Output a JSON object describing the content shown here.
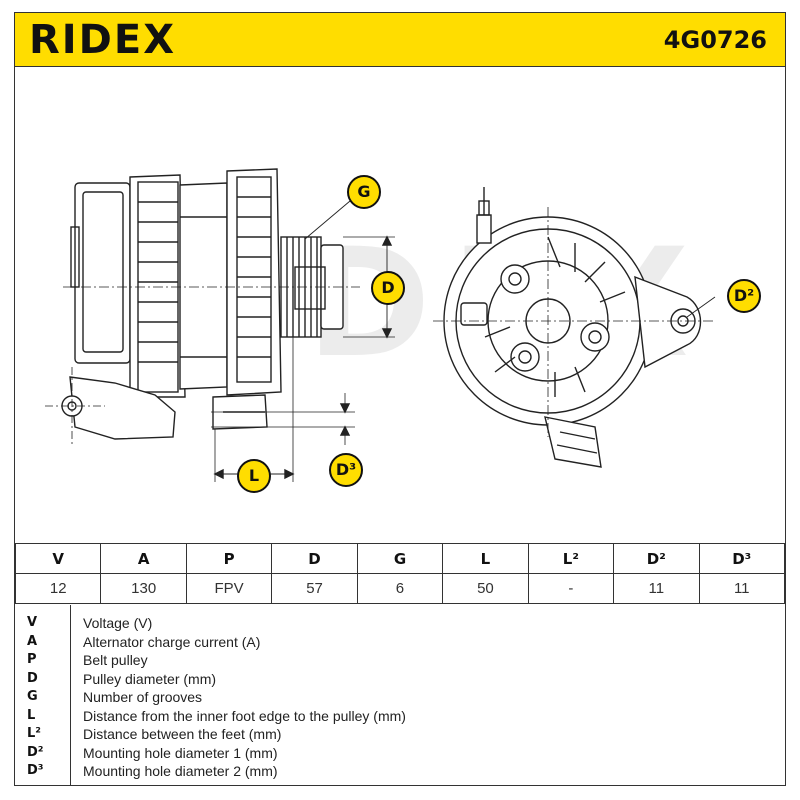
{
  "header": {
    "brand": "RIDEX",
    "part_number": "4G0726"
  },
  "callouts": {
    "g": "G",
    "d": "D",
    "d2": "D²",
    "d3": "D³",
    "l": "L"
  },
  "table": {
    "headers": [
      "V",
      "A",
      "P",
      "D",
      "G",
      "L",
      "L²",
      "D²",
      "D³"
    ],
    "values": [
      "12",
      "130",
      "FPV",
      "57",
      "6",
      "50",
      "-",
      "11",
      "11"
    ]
  },
  "legend": [
    {
      "symbol": "V",
      "description": "Voltage (V)"
    },
    {
      "symbol": "A",
      "description": "Alternator charge current (A)"
    },
    {
      "symbol": "P",
      "description": "Belt pulley"
    },
    {
      "symbol": "D",
      "description": "Pulley diameter (mm)"
    },
    {
      "symbol": "G",
      "description": "Number of grooves"
    },
    {
      "symbol": "L",
      "description": "Distance from the inner foot edge to the pulley (mm)"
    },
    {
      "symbol": "L²",
      "description": "Distance between the feet (mm)"
    },
    {
      "symbol": "D²",
      "description": "Mounting hole diameter 1 (mm)"
    },
    {
      "symbol": "D³",
      "description": "Mounting hole diameter 2 (mm)"
    }
  ],
  "colors": {
    "accent": "#ffdd00",
    "line": "#222222"
  }
}
